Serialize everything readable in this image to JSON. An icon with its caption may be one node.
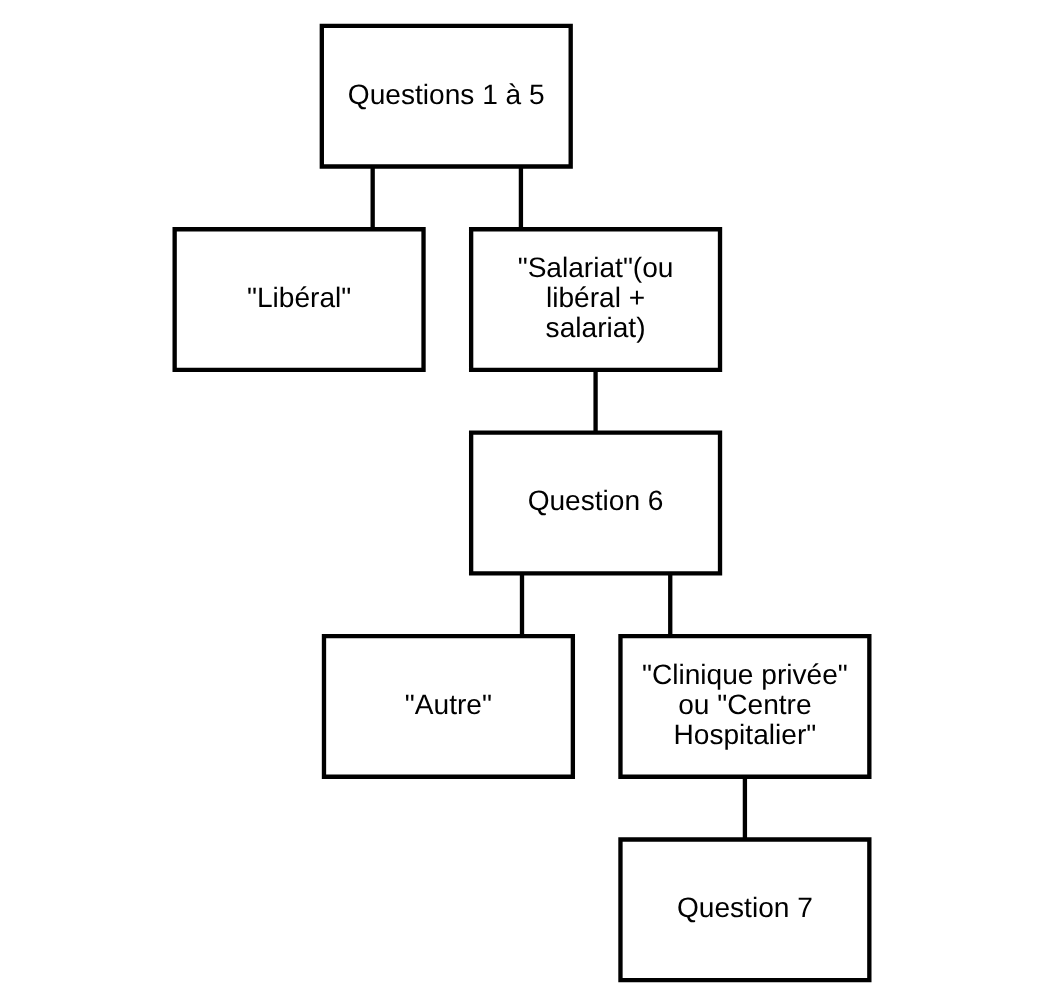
{
  "diagram": {
    "nodes": [
      {
        "text": [
          "Questions 1 à 5"
        ]
      },
      {
        "text": [
          "\"Libéral\""
        ]
      },
      {
        "text": [
          "\"Salariat\"(ou libéral + salariat)"
        ]
      },
      {
        "text": [
          "Question 6"
        ]
      },
      {
        "text": [
          "\"Autre\""
        ]
      },
      {
        "text": [
          "\"Clinique privée\" ou \"Centre Hospitalier\""
        ]
      },
      {
        "text": [
          "Question 7"
        ]
      }
    ],
    "edges": [
      {
        "from": 0,
        "to": 1,
        "arrow": "none"
      },
      {
        "from": 0,
        "to": 2,
        "arrow": "none"
      },
      {
        "from": 2,
        "to": 3,
        "arrow": "none"
      },
      {
        "from": 3,
        "to": 4,
        "arrow": "none"
      },
      {
        "from": 3,
        "to": 5,
        "arrow": "none"
      },
      {
        "from": 5,
        "to": 6,
        "arrow": "none"
      }
    ]
  }
}
